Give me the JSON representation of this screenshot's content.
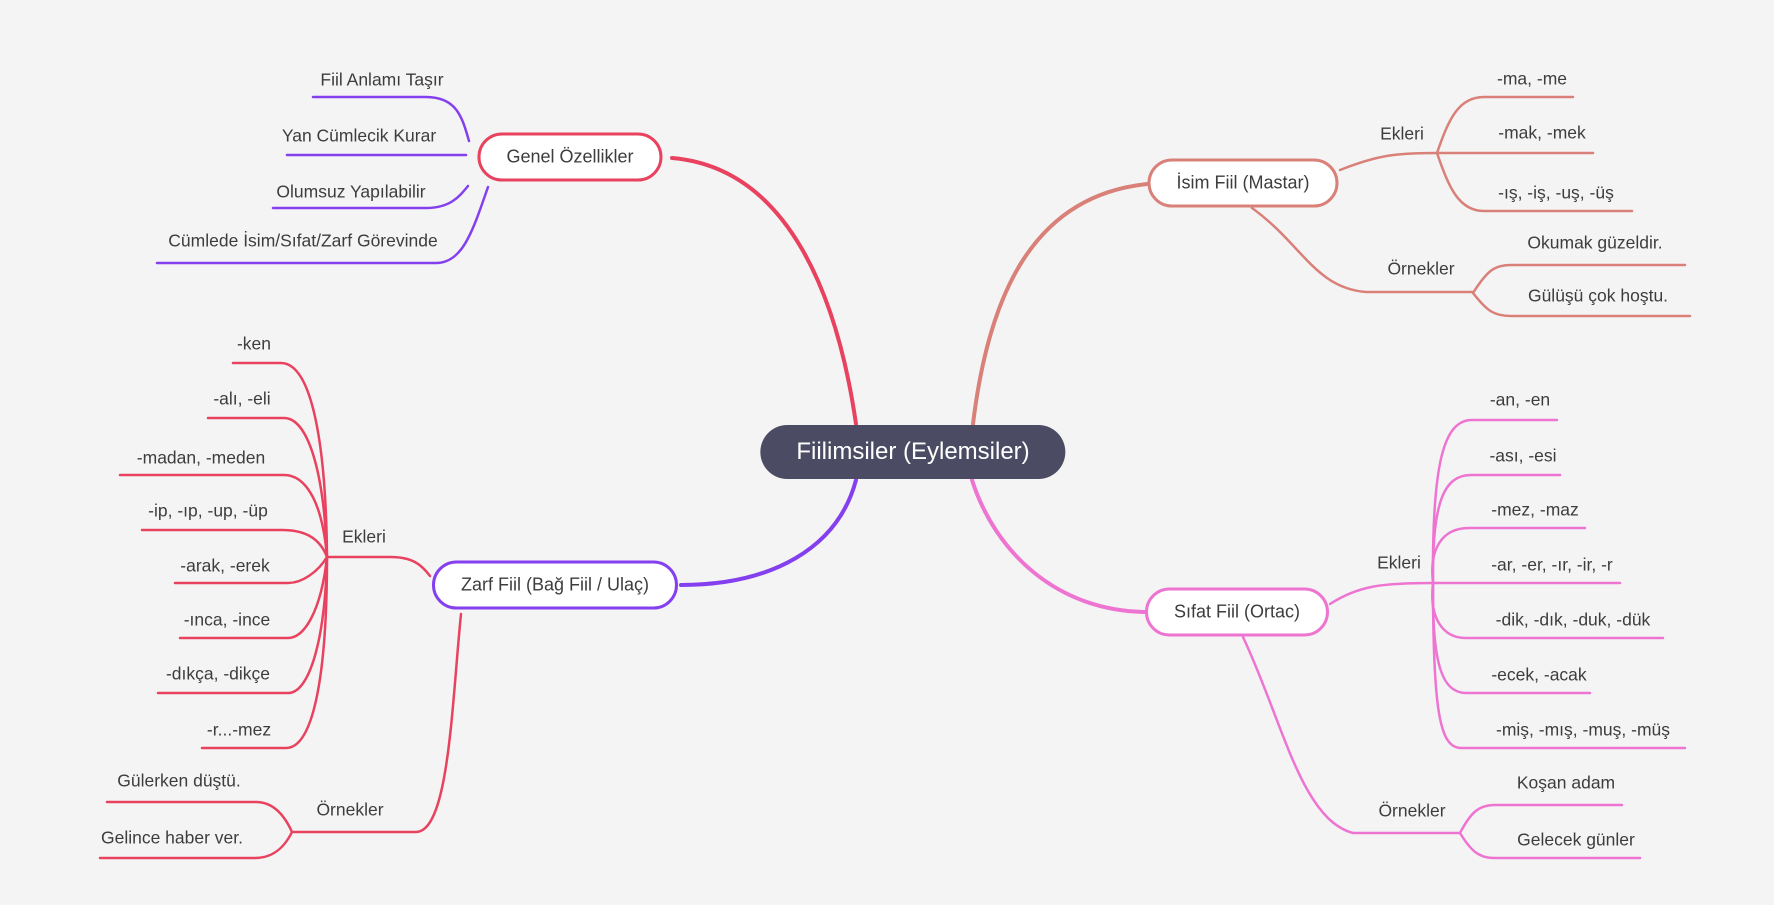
{
  "title": "Fiilimsiler (Eylemsiler)",
  "colors": {
    "background": "#f4f4f5",
    "center_fill": "#4b4b64",
    "center_text": "#ffffff",
    "text": "#3d3d3d",
    "red": "#e8425f",
    "purple": "#8440ef",
    "salmon": "#d98079",
    "pink": "#ee74d1"
  },
  "branches": {
    "genel": {
      "label": "Genel Özellikler",
      "items": [
        "Fiil Anlamı Taşır",
        "Yan Cümlecik Kurar",
        "Olumsuz Yapılabilir",
        "Cümlede İsim/Sıfat/Zarf Görevinde"
      ]
    },
    "isim": {
      "label": "İsim Fiil (Mastar)",
      "ekleri_label": "Ekleri",
      "ekleri": [
        "-ma, -me",
        "-mak, -mek",
        "-ış, -iş, -uş, -üş"
      ],
      "ornekler_label": "Örnekler",
      "ornekler": [
        "Okumak güzeldir.",
        "Gülüşü çok hoştu."
      ]
    },
    "zarf": {
      "label": "Zarf Fiil (Bağ Fiil / Ulaç)",
      "ekleri_label": "Ekleri",
      "ekleri": [
        "-ken",
        "-alı, -eli",
        "-madan, -meden",
        "-ip, -ıp, -up, -üp",
        "-arak, -erek",
        "-ınca, -ince",
        "-dıkça, -dikçe",
        "-r...-mez"
      ],
      "ornekler_label": "Örnekler",
      "ornekler": [
        "Gülerken düştü.",
        "Gelince haber ver."
      ]
    },
    "sifat": {
      "label": "Sıfat Fiil (Ortac)",
      "ekleri_label": "Ekleri",
      "ekleri": [
        "-an, -en",
        "-ası, -esi",
        "-mez, -maz",
        "-ar, -er, -ır, -ir, -r",
        "-dik, -dık, -duk, -dük",
        "-ecek, -acak",
        "-miş, -mış, -muş, -müş"
      ],
      "ornekler_label": "Örnekler",
      "ornekler": [
        "Koşan adam",
        "Gelecek günler"
      ]
    }
  }
}
